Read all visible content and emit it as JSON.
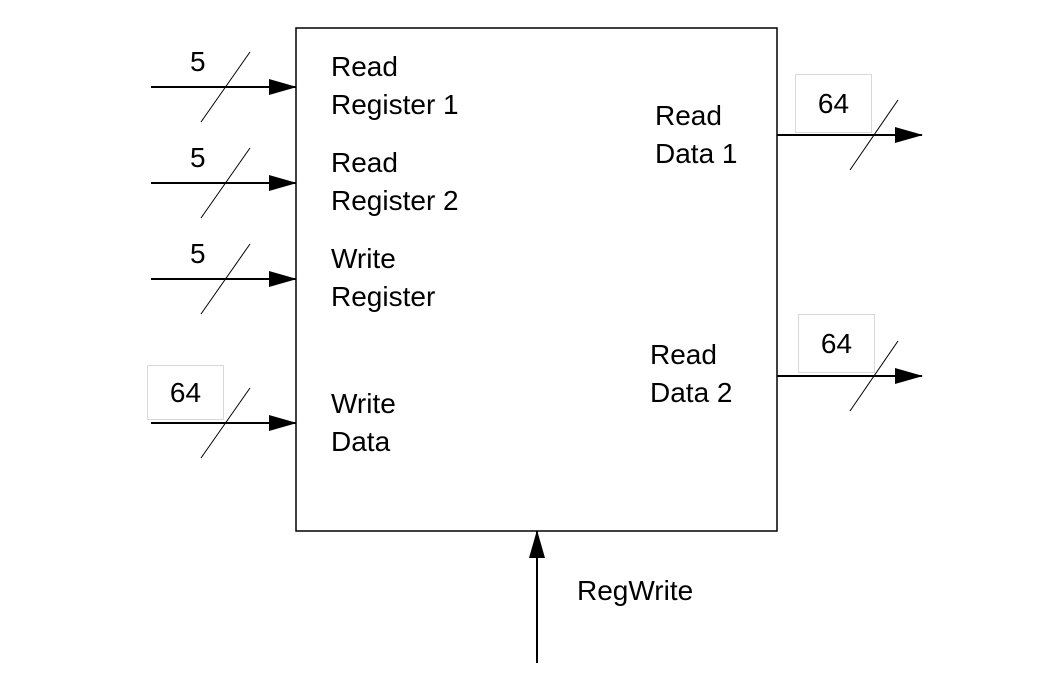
{
  "colors": {
    "line": "#000000",
    "box_border": "#000000",
    "width_label_box_border": "#d8d8d8",
    "background": "#ffffff"
  },
  "register_file": {
    "inputs": [
      {
        "line1": "Read",
        "line2": "Register 1",
        "width": "5"
      },
      {
        "line1": "Read",
        "line2": "Register 2",
        "width": "5"
      },
      {
        "line1": "Write",
        "line2": "Register",
        "width": "5"
      },
      {
        "line1": "Write",
        "line2": "Data",
        "width": "64"
      }
    ],
    "outputs": [
      {
        "line1": "Read",
        "line2": "Data 1",
        "width": "64"
      },
      {
        "line1": "Read",
        "line2": "Data 2",
        "width": "64"
      }
    ],
    "control": {
      "label": "RegWrite"
    }
  }
}
